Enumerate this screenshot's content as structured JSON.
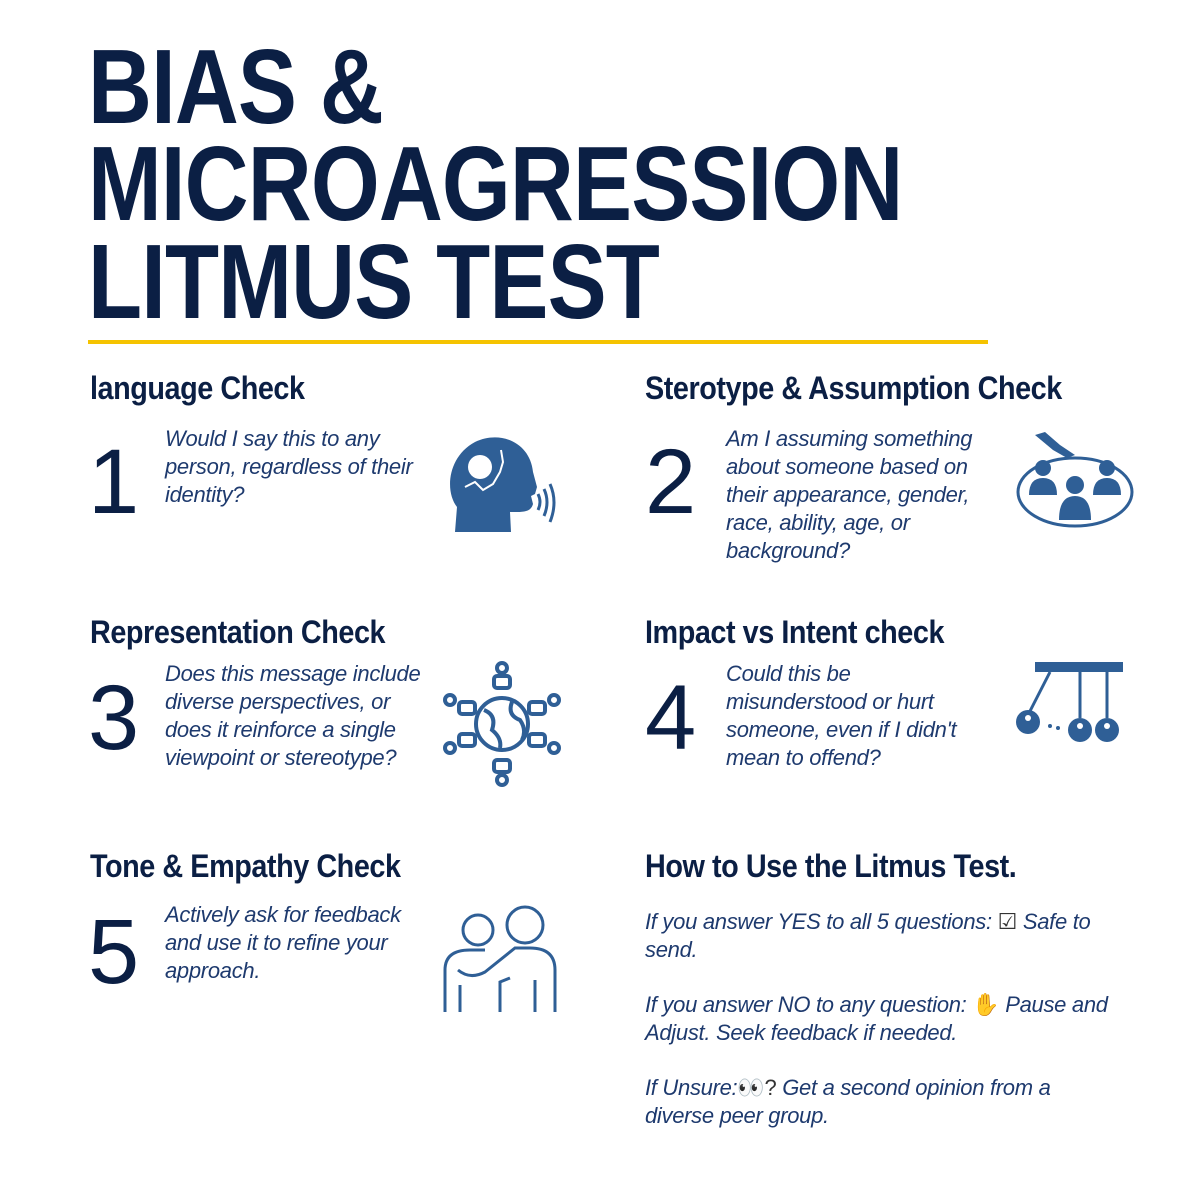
{
  "title": {
    "line1": "BIAS &",
    "line2": "MICROAGRESSION",
    "line3": "LITMUS TEST"
  },
  "checks": [
    {
      "heading": "language Check",
      "number": "1",
      "text": "Would I say this to any person, regardless of their identity?",
      "icon": "head-speaking-icon"
    },
    {
      "heading": "Sterotype & Assumption Check",
      "number": "2",
      "text": "Am I assuming something about someone based on their appearance, gender, race, ability, age, or background?",
      "icon": "group-pointing-icon"
    },
    {
      "heading": "Representation Check",
      "number": "3",
      "text": "Does this message include diverse perspectives, or does it reinforce a single viewpoint or stereotype?",
      "icon": "globe-network-icon"
    },
    {
      "heading": "Impact vs Intent check",
      "number": "4",
      "text": "Could this be misunderstood or hurt someone, even if I didn't mean to offend?",
      "icon": "newton-cradle-people-icon"
    },
    {
      "heading": "Tone & Empathy Check",
      "number": "5",
      "text": "Actively ask for feedback and use it to refine your approach.",
      "icon": "hug-icon"
    }
  ],
  "usage": {
    "heading": "How to Use the Litmus Test.",
    "yes_prefix": "If you answer YES to all 5 questions:",
    "yes_emoji": "☑",
    "yes_suffix": "Safe to send.",
    "no_prefix": "If you answer NO to any question:",
    "no_emoji": "✋",
    "no_suffix": "Pause and Adjust. Seek feedback if needed.",
    "unsure_prefix": "If Unsure:",
    "unsure_emoji": "👀?",
    "unsure_suffix": "Get a second opinion from a diverse peer group."
  },
  "colors": {
    "navy": "#0b1f44",
    "text": "#1e3a6e",
    "icon": "#2f5f96",
    "accent": "#f5c300"
  }
}
